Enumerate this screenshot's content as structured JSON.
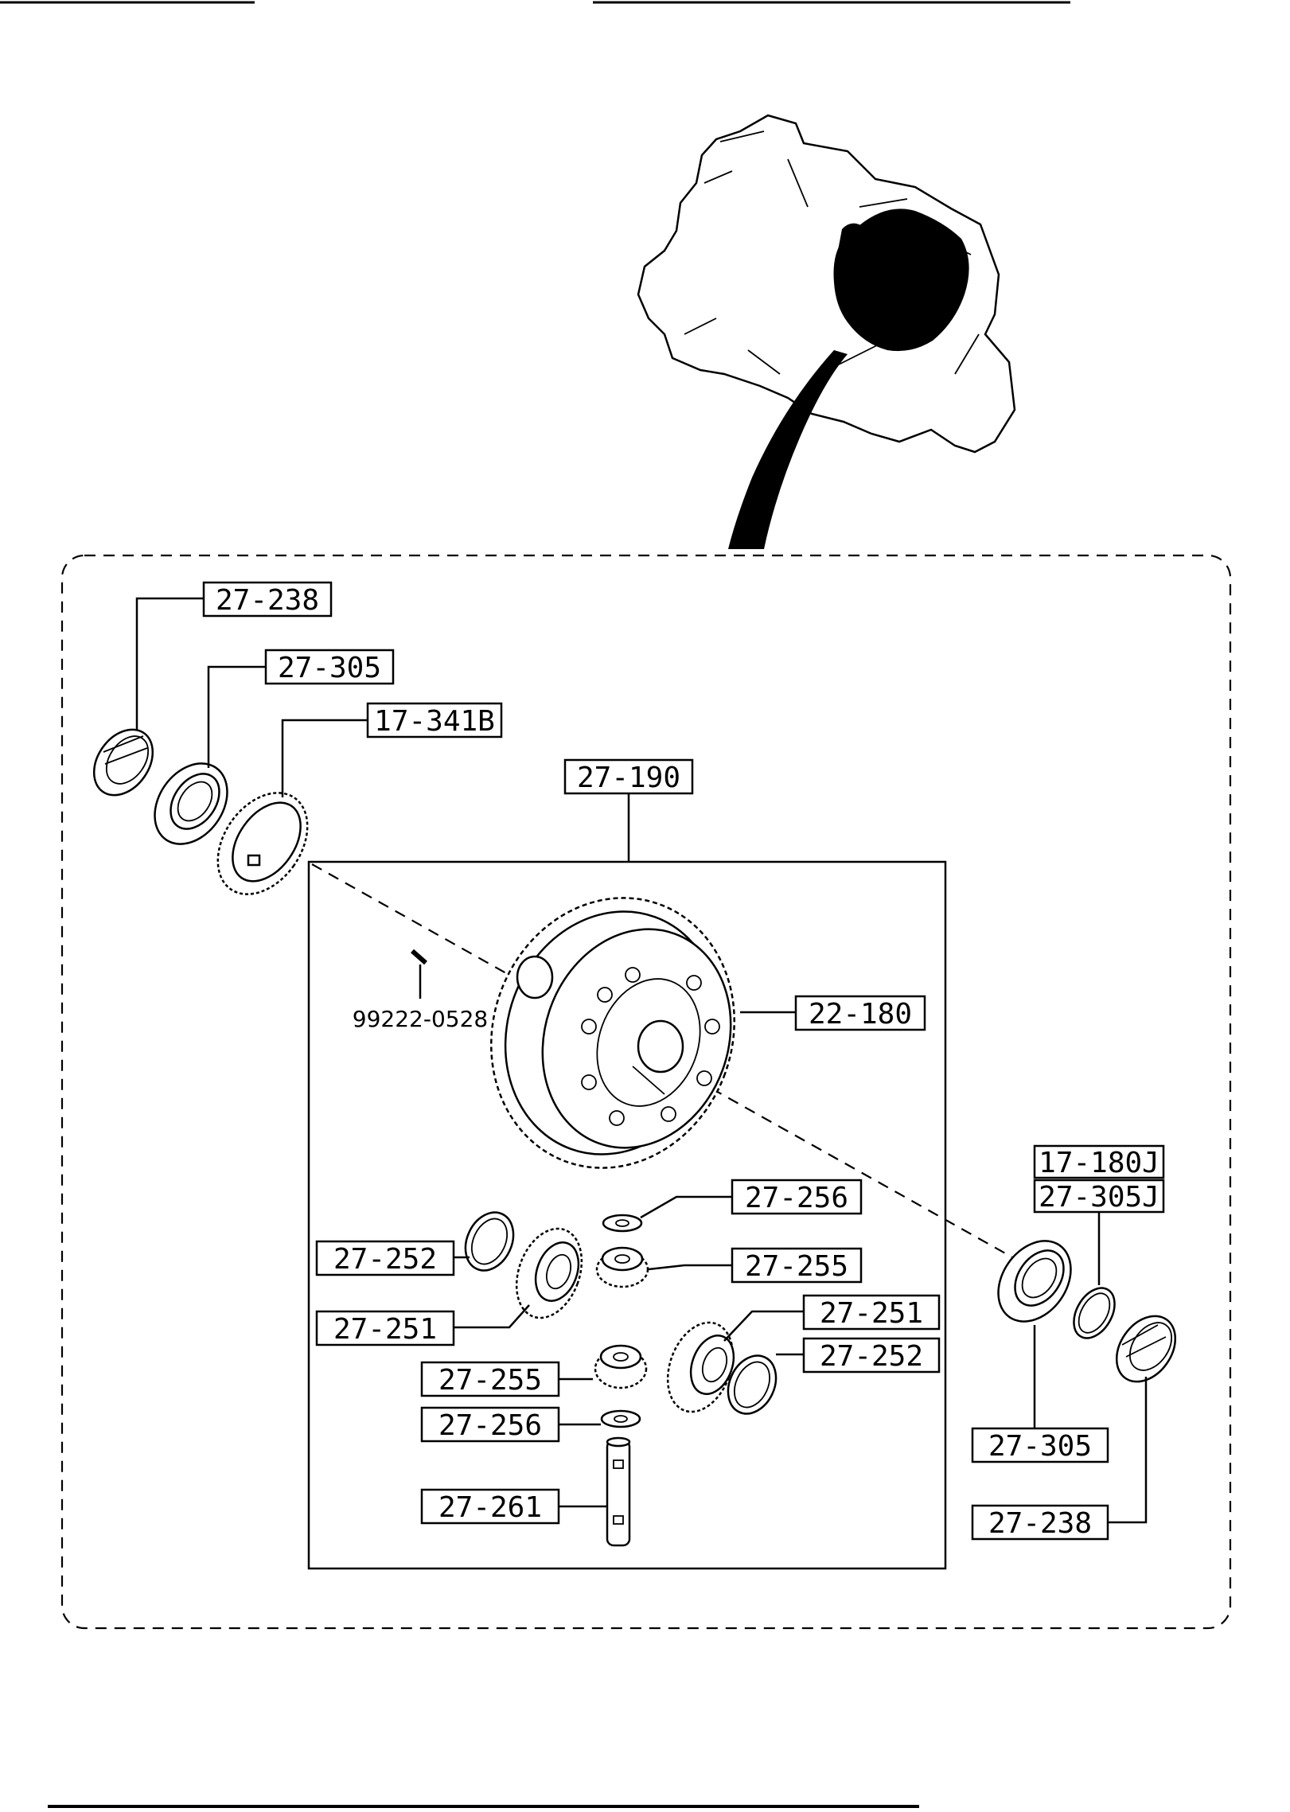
{
  "parts": {
    "top_left_bearing_race": "27-238",
    "top_left_bearing": "27-305",
    "speedometer_drive_gear": "17-341B",
    "differential_assembly": "27-190",
    "ring_gear": "22-180",
    "pin": "99222-0528",
    "right_upper_a": "17-180J",
    "right_upper_b": "27-305J",
    "thrust_washer_upper": "27-256",
    "pinion_gear_upper": "27-255",
    "side_washer_left": "27-252",
    "side_gear_left": "27-251",
    "side_gear_right": "27-251",
    "side_washer_right": "27-252",
    "pinion_gear_lower": "27-255",
    "thrust_washer_lower": "27-256",
    "pinion_shaft": "27-261",
    "right_bearing": "27-305",
    "right_bearing_race": "27-238"
  }
}
